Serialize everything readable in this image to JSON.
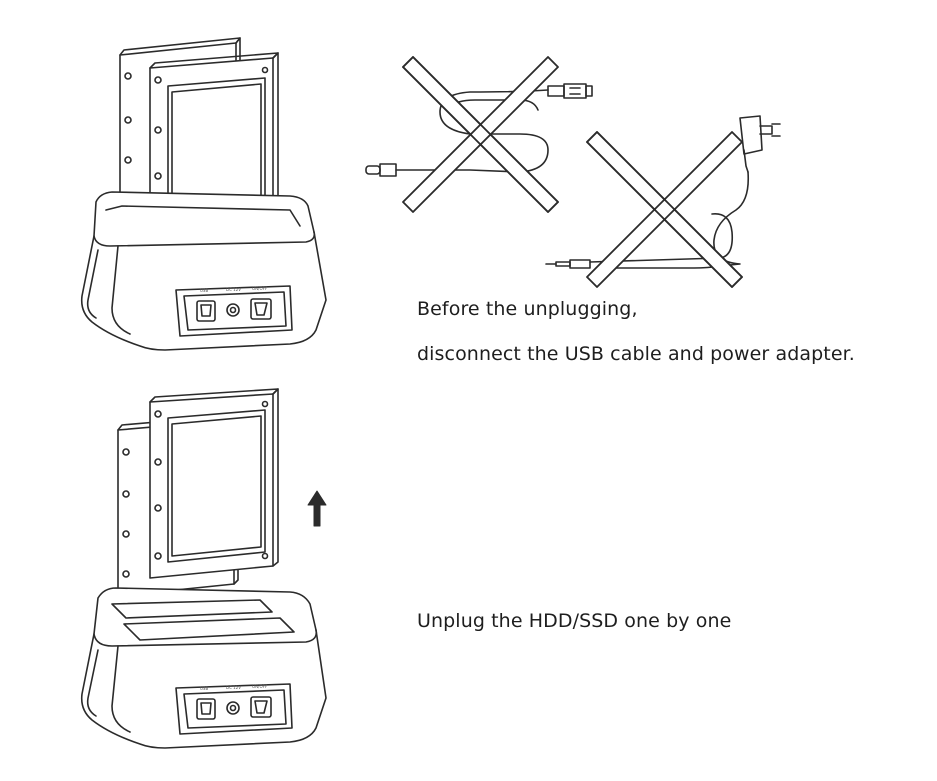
{
  "step1": {
    "caption_line1": "Before the unplugging,",
    "caption_line2": "disconnect the USB cable and power adapter.",
    "port_labels": [
      "USB",
      "DC 12V",
      "ON/OFF"
    ]
  },
  "step2": {
    "caption": "Unplug the HDD/SSD one by one",
    "port_labels": [
      "USB",
      "DC 12V",
      "ON/OFF"
    ]
  },
  "colors": {
    "line": "#2b2b2b",
    "arrow": "#2b2b2b",
    "text": "#1e1e1e"
  },
  "icons": [
    "hard-drive",
    "docking-station",
    "usb-cable",
    "power-adapter",
    "cross-mark",
    "up-arrow"
  ]
}
